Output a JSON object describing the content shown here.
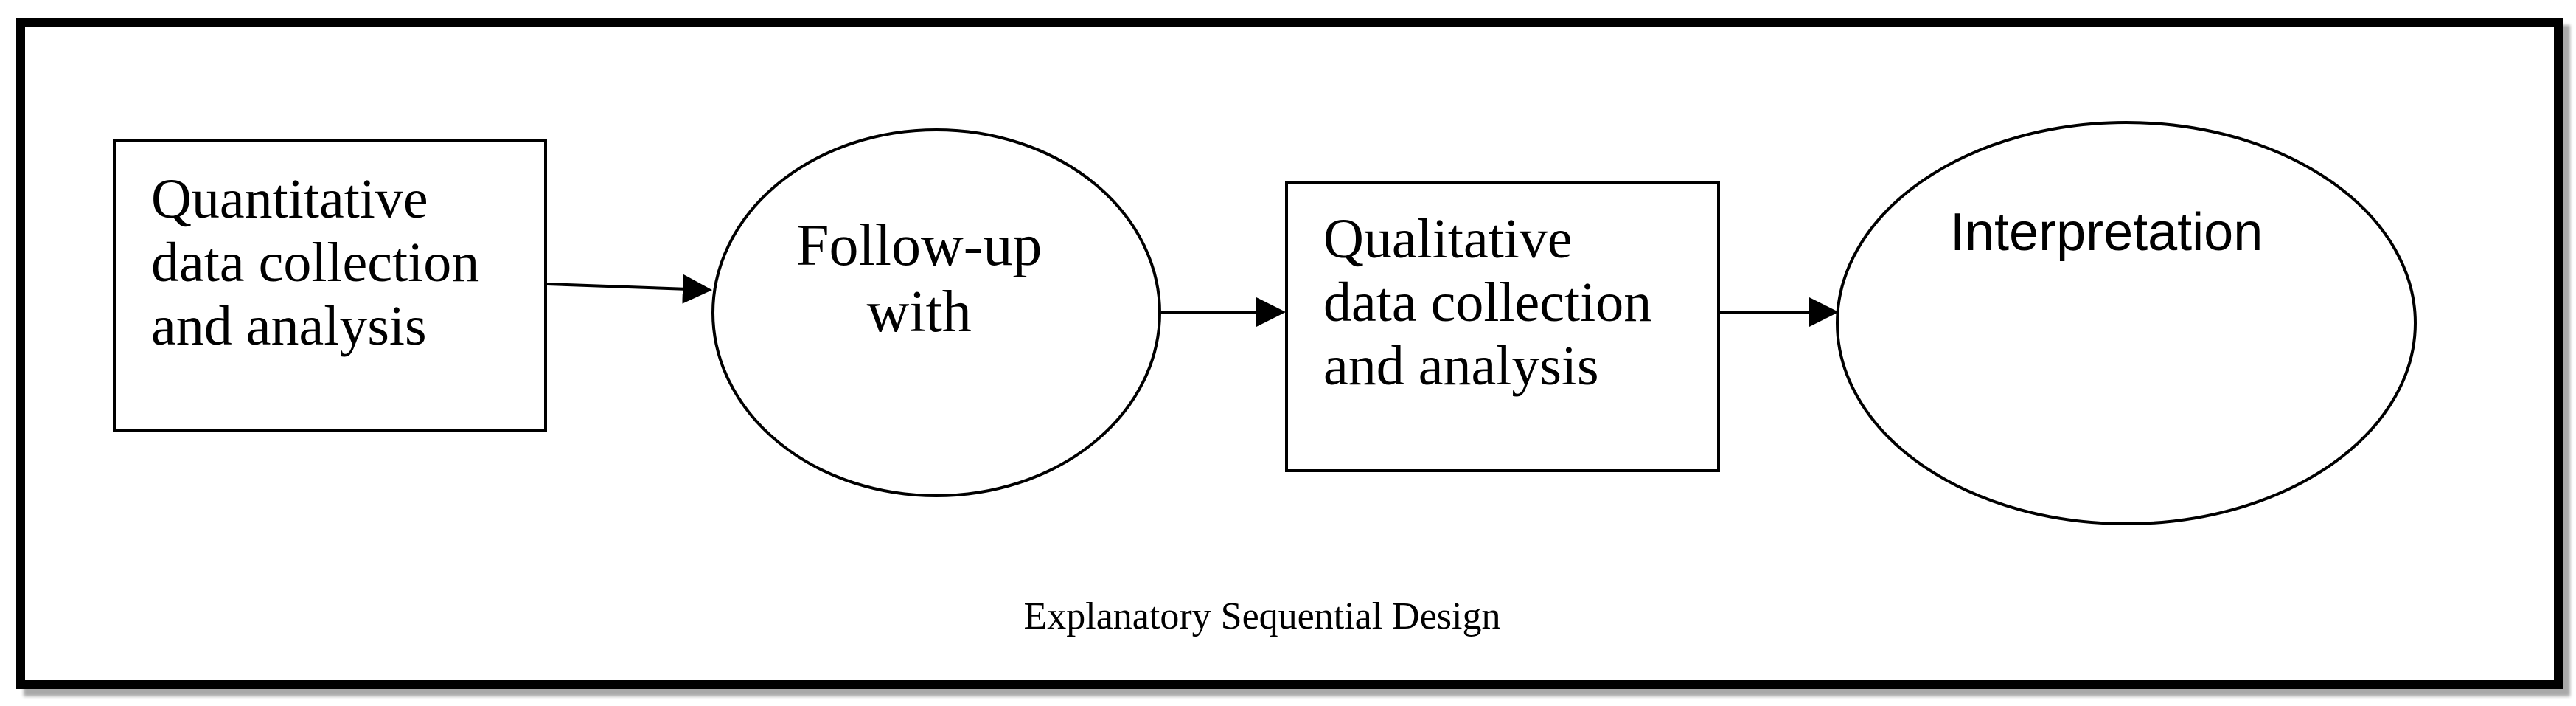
{
  "diagram": {
    "nodes": [
      {
        "id": "box1",
        "shape": "rectangle",
        "lines": [
          "Quantitative",
          "data collection",
          "and analysis"
        ]
      },
      {
        "id": "ell1",
        "shape": "ellipse",
        "lines": [
          "Follow-up",
          "with"
        ]
      },
      {
        "id": "box2",
        "shape": "rectangle",
        "lines": [
          "Qualitative",
          "data collection",
          "and analysis"
        ]
      },
      {
        "id": "ell2",
        "shape": "ellipse",
        "lines": [
          "Interpretation"
        ]
      }
    ],
    "edges": [
      {
        "from": "box1",
        "to": "ell1"
      },
      {
        "from": "ell1",
        "to": "box2"
      },
      {
        "from": "box2",
        "to": "ell2"
      }
    ],
    "caption": "Explanatory Sequential Design",
    "colors": {
      "stroke": "#000000",
      "background": "#ffffff",
      "shadow": "#a9a9a9"
    }
  }
}
